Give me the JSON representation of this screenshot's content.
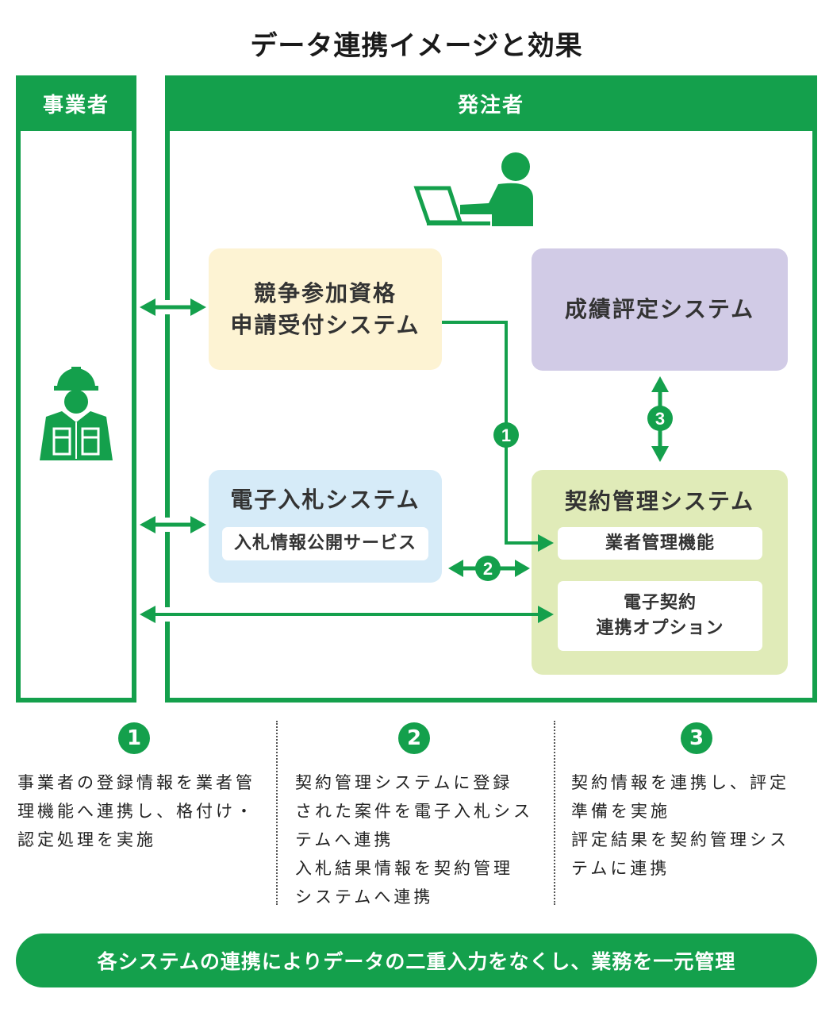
{
  "title": "データ連携イメージと効果",
  "colors": {
    "green": "#14a04c",
    "qual_box": "#fdf3d3",
    "grade_box": "#d1cbe6",
    "bid_box": "#d6ebf8",
    "contract_box": "#e0ebb8"
  },
  "panels": {
    "business": {
      "label": "事業者",
      "icon": "construction-worker-icon"
    },
    "orderer": {
      "label": "発注者",
      "icon": "person-at-laptop-icon"
    }
  },
  "systems": {
    "qualification": {
      "line1": "競争参加資格",
      "line2": "申請受付システム"
    },
    "grading": {
      "label": "成績評定システム"
    },
    "bidding": {
      "label": "電子入札システム",
      "sub": "入札情報公開サービス"
    },
    "contract": {
      "label": "契約管理システム",
      "sub1": "業者管理機能",
      "sub2_line1": "電子契約",
      "sub2_line2": "連携オプション"
    }
  },
  "flow_markers": [
    "1",
    "2",
    "3"
  ],
  "effects": [
    {
      "num": "1",
      "lines": [
        "事業者の登録情報を業者管",
        "理機能へ連携し、格付け・",
        "認定処理を実施"
      ]
    },
    {
      "num": "2",
      "lines": [
        "契約管理システムに登録",
        "された案件を電子入札シス",
        "テムへ連携",
        "入札結果情報を契約管理",
        "システムへ連携"
      ]
    },
    {
      "num": "3",
      "lines": [
        "契約情報を連携し、評定",
        "準備を実施",
        "評定結果を契約管理シス",
        "テムに連携"
      ]
    }
  ],
  "banner": "各システムの連携によりデータの二重入力をなくし、業務を一元管理"
}
